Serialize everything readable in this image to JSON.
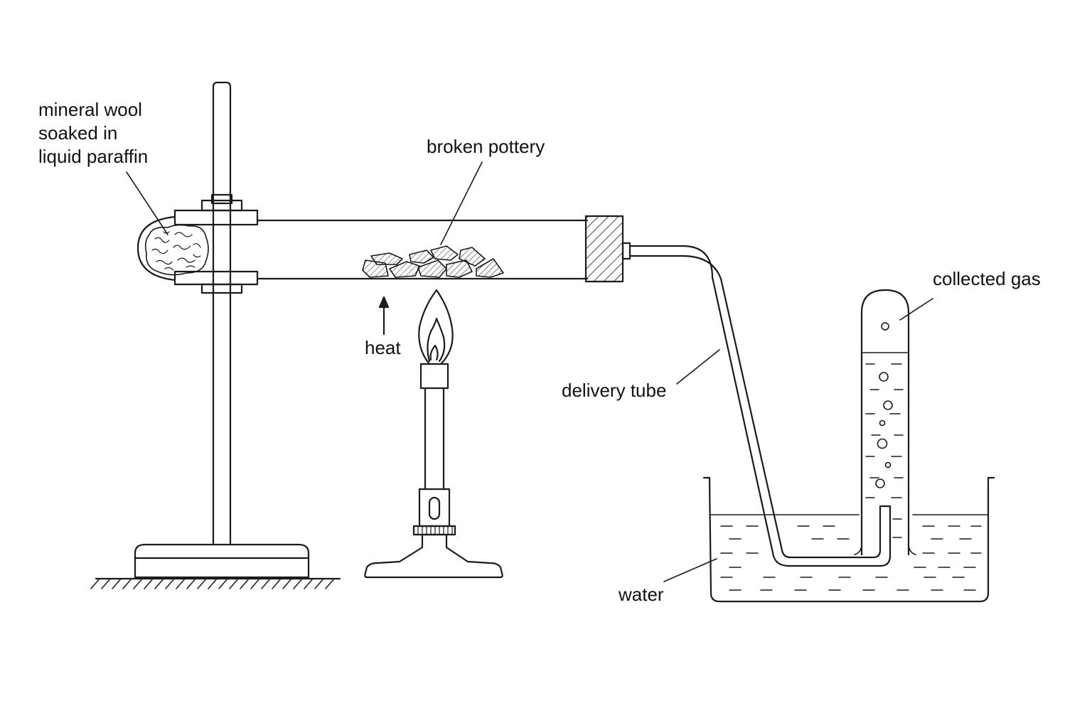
{
  "labels": {
    "mineral_wool": [
      "mineral wool",
      "soaked in",
      "liquid paraffin"
    ],
    "broken_pottery": "broken pottery",
    "heat": "heat",
    "delivery_tube": "delivery tube",
    "collected_gas": "collected gas",
    "water": "water"
  },
  "colors": {
    "stroke": "#1a1a1a",
    "background": "#ffffff"
  }
}
